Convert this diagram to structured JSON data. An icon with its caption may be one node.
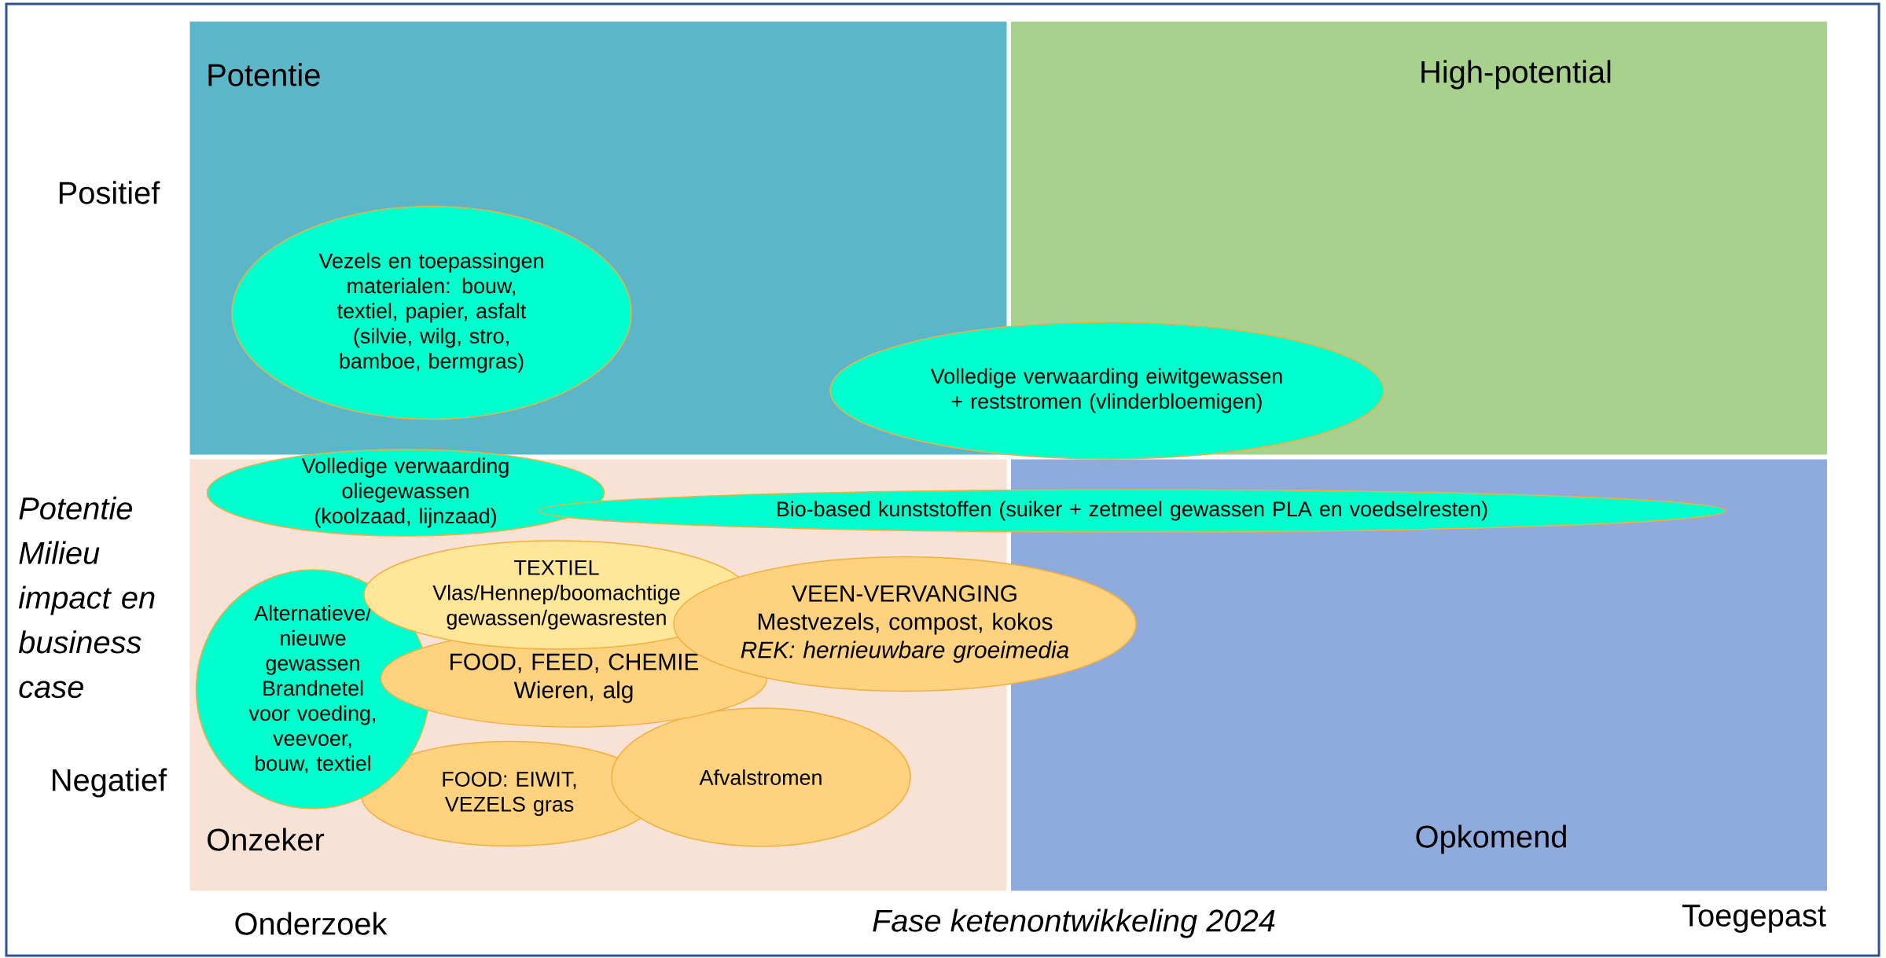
{
  "diagram": {
    "nodes": [
      {
        "text": [
          "Potentie"
        ]
      },
      {
        "text": [
          "High-potential"
        ]
      },
      {
        "text": [
          "Onzeker"
        ]
      },
      {
        "text": [
          "Opkomend"
        ]
      },
      {
        "text": [
          "Vezels en toepassingen materialen: bouw, textiel, papier, asfalt (silvie, wilg, stro, bamboe, bermgras)"
        ],
        "in": 0
      },
      {
        "text": [
          "Volledige verwaarding eiwitgewassen + reststromen (vlinderbloemigen)"
        ]
      },
      {
        "text": [
          "Volledige verwaarding oliegewassen (koolzaad, lijnzaad)"
        ]
      },
      {
        "text": [
          "Bio-based kunststoffen (suiker + zetmeel gewassen PLA en voedselresten)"
        ]
      },
      {
        "text": [
          "TEXTIEL",
          "Vlas/Hennep/boomachtige gewassen/gewasresten"
        ],
        "in": 2
      },
      {
        "text": [
          "VEEN-VERVANGING",
          "Mestvezels, compost, kokos",
          "REK: hernieuwbare groeimedia"
        ]
      },
      {
        "text": [
          "Alternatieve/ nieuwe gewassen Brandnetel voor voeding, veevoer, bouw, textiel"
        ],
        "in": 2
      },
      {
        "text": [
          "FOOD, FEED, CHEMIE",
          "Wieren, alg"
        ],
        "in": 2
      },
      {
        "text": [
          "FOOD: EIWIT, VEZELS gras"
        ],
        "in": 2
      },
      {
        "text": [
          "Afvalstromen"
        ],
        "in": 2
      }
    ],
    "labels": [
      "Positief",
      "Potentie Milieu impact en business case",
      "Negatief",
      "Onderzoek",
      "Fase ketenontwikkeling 2024",
      "Toegepast"
    ]
  }
}
